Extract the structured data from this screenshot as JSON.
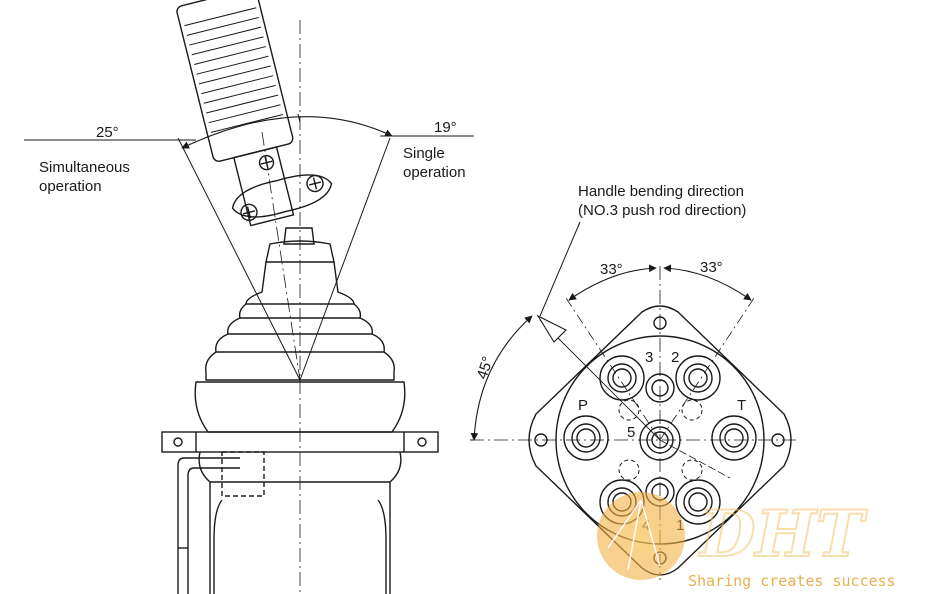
{
  "left_view": {
    "angle_left": "25°",
    "angle_right": "19°",
    "label_left_line1": "Simultaneous",
    "label_left_line2": "operation",
    "label_right_line1": "Single",
    "label_right_line2": "operation"
  },
  "right_view": {
    "direction_line1": "Handle bending direction",
    "direction_line2": "(NO.3 push rod direction)",
    "angle_left": "33°",
    "angle_right": "33°",
    "angle_side": "45°",
    "ports": {
      "p1": "1",
      "p2": "2",
      "p3": "3",
      "p4": "4",
      "p5": "5",
      "pP": "P",
      "pT": "T"
    }
  },
  "watermark": {
    "logo_text": "DHT",
    "tagline": "Sharing creates success",
    "color": "#f2b23a"
  },
  "colors": {
    "line": "#1a1a1a",
    "background": "#ffffff"
  }
}
